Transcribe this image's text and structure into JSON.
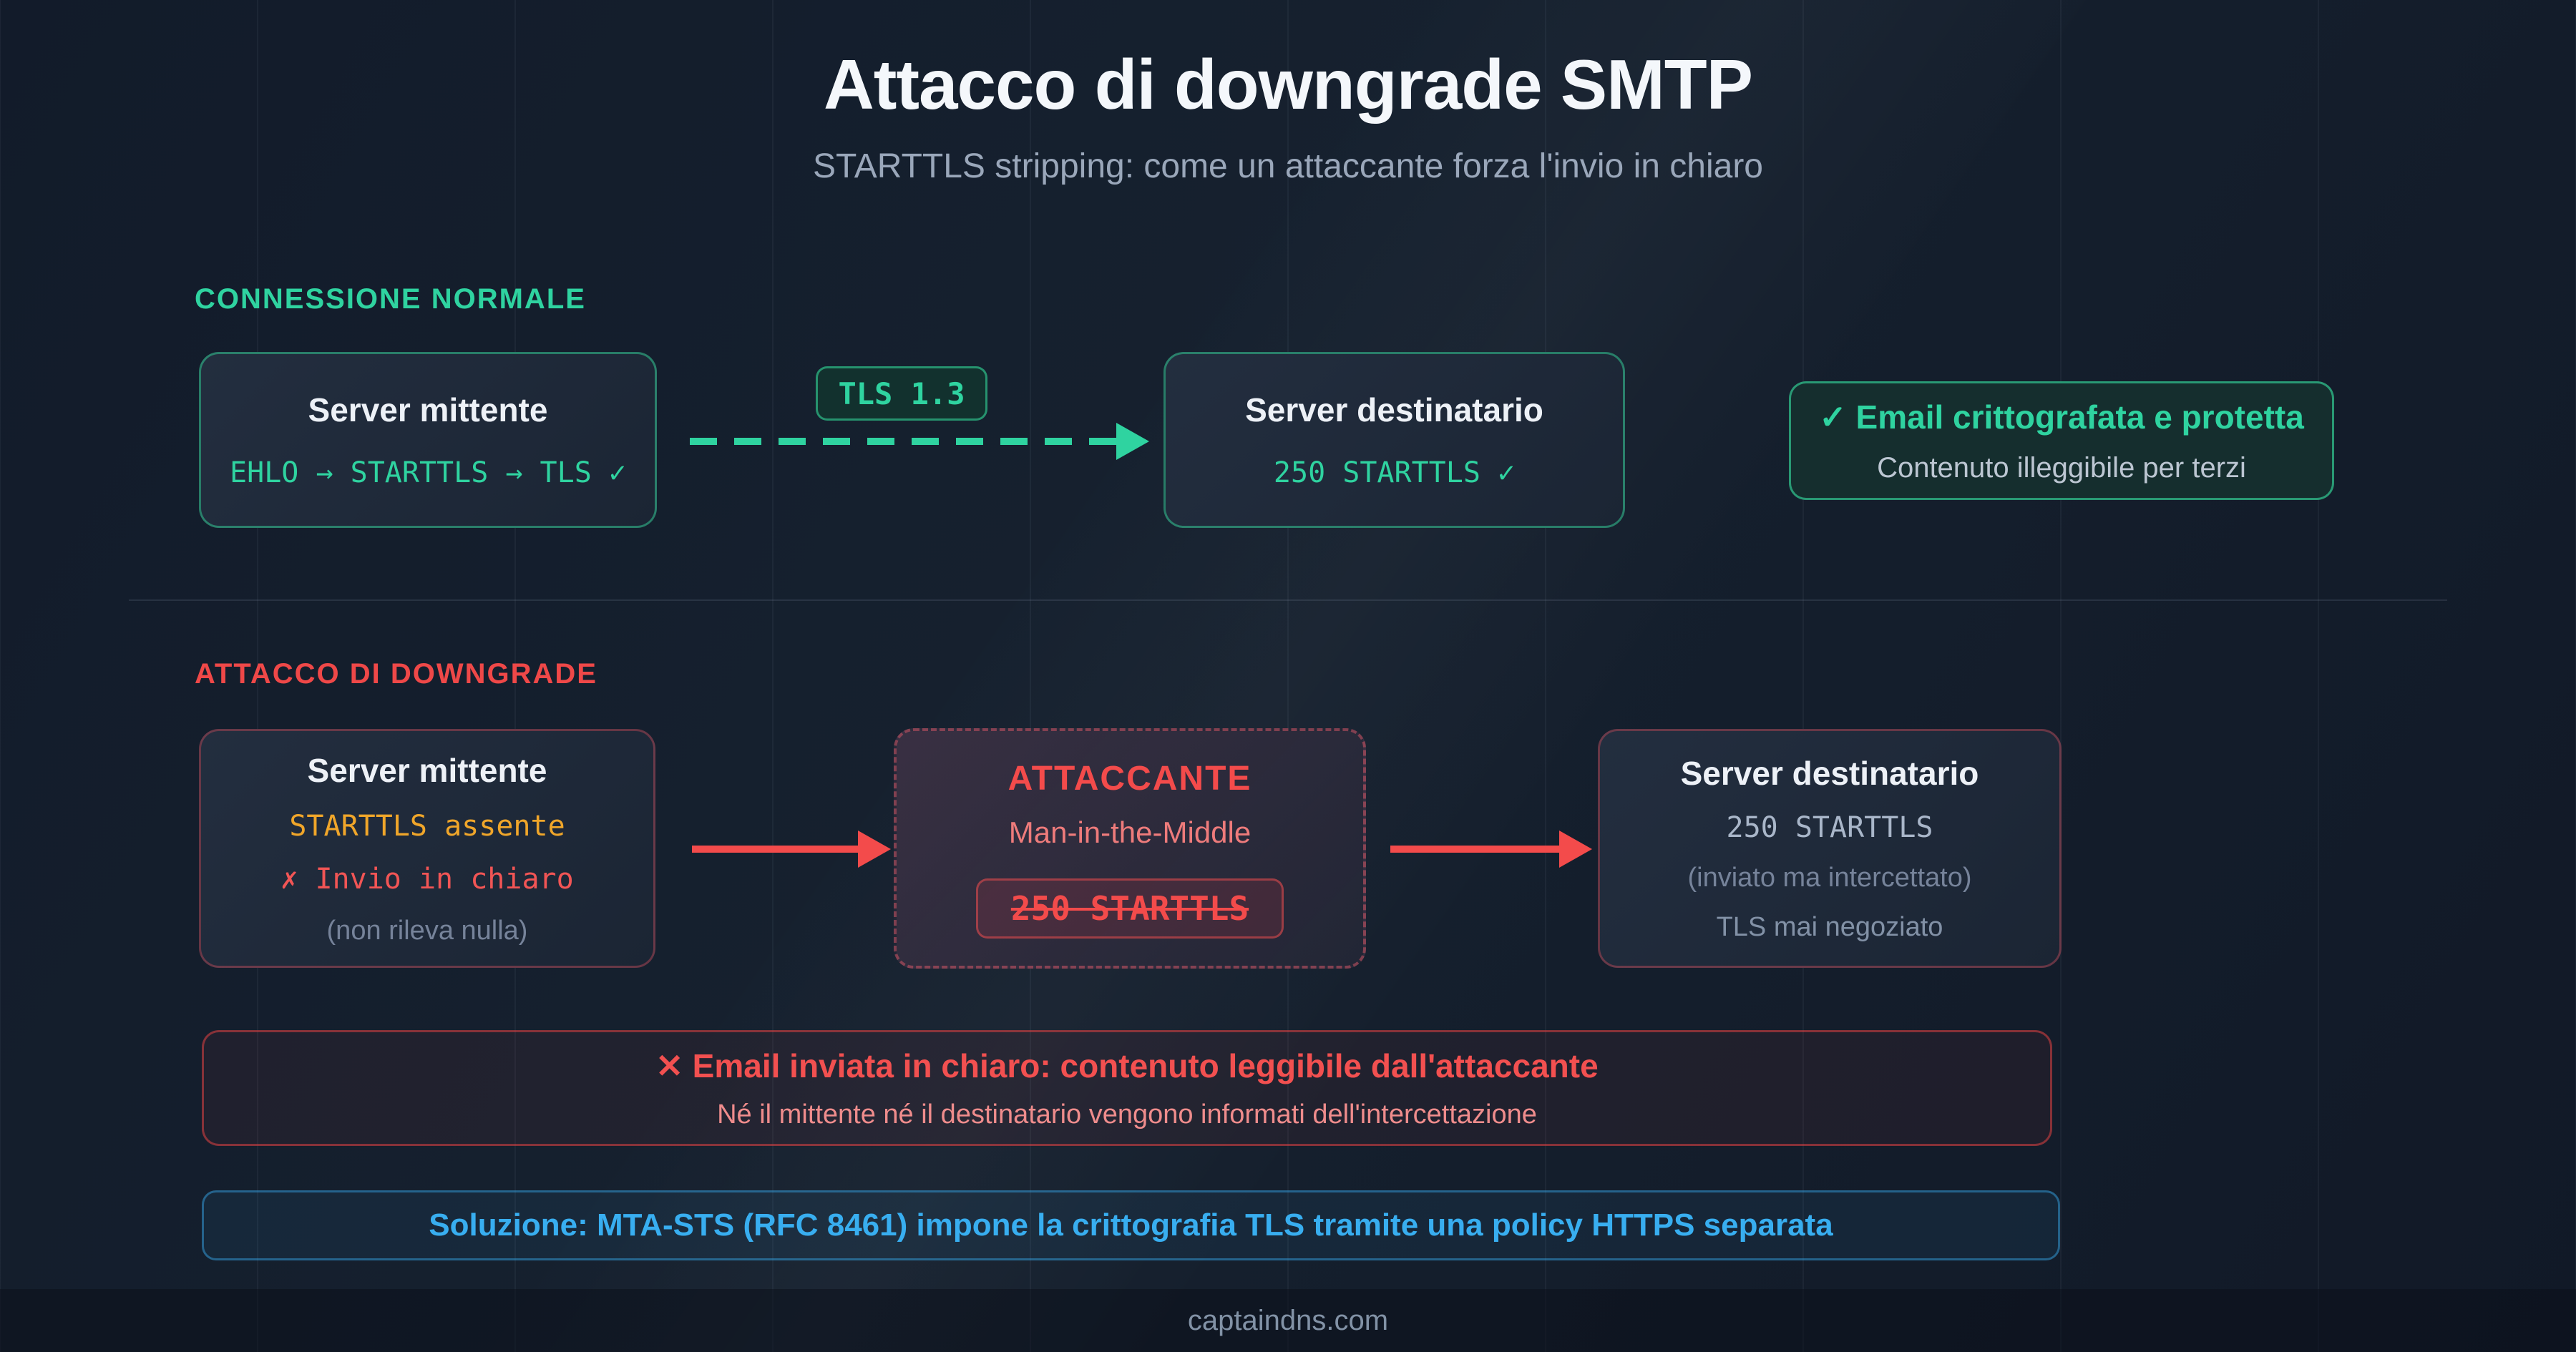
{
  "page": {
    "title": "Attacco di downgrade SMTP",
    "subtitle": "STARTTLS stripping: come un attaccante forza l'invio in chiaro",
    "footer": "captaindns.com"
  },
  "colors": {
    "background": "#131c2a",
    "accent_green": "#2fd3a0",
    "accent_red": "#ef4444",
    "accent_amber": "#f0a62a",
    "accent_blue": "#38aef0"
  },
  "normal": {
    "label": "CONNESSIONE NORMALE",
    "sender": {
      "title": "Server mittente",
      "line": "EHLO → STARTTLS → TLS ✓"
    },
    "tls_badge": "TLS 1.3",
    "receiver": {
      "title": "Server destinatario",
      "line": "250 STARTTLS ✓"
    },
    "result": {
      "title": "✓ Email crittografata e protetta",
      "subtitle": "Contenuto illeggibile per terzi"
    }
  },
  "attack": {
    "label": "ATTACCO DI DOWNGRADE",
    "sender": {
      "title": "Server mittente",
      "line1": "STARTTLS assente",
      "line2": "✗ Invio in chiaro",
      "line3": "(non rileva nulla)"
    },
    "attacker": {
      "title": "ATTACCANTE",
      "subtitle": "Man-in-the-Middle",
      "badge": "250 STARTTLS"
    },
    "receiver": {
      "title": "Server destinatario",
      "line1": "250 STARTTLS",
      "line2": "(inviato ma intercettato)",
      "line3": "TLS mai negoziato"
    },
    "warning": {
      "title": "✕ Email inviata in chiaro: contenuto leggibile dall'attaccante",
      "subtitle": "Né il mittente né il destinatario vengono informati dell'intercettazione"
    },
    "solution": "Soluzione: MTA-STS (RFC 8461) impone la crittografia TLS tramite una policy HTTPS separata"
  }
}
